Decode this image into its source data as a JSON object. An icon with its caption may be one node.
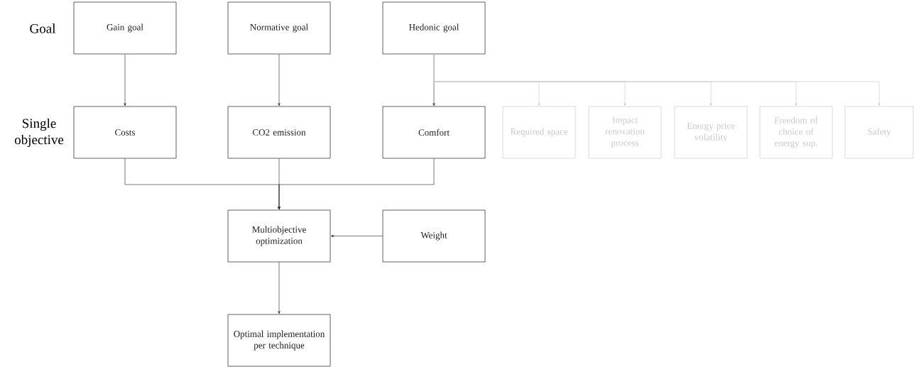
{
  "diagram": {
    "nodes": [
      {
        "text": [
          "Gain goal"
        ]
      },
      {
        "text": [
          "Normative goal"
        ]
      },
      {
        "text": [
          "Hedonic goal"
        ]
      },
      {
        "text": [
          "Costs"
        ]
      },
      {
        "text": [
          "CO2 emission"
        ]
      },
      {
        "text": [
          "Comfort"
        ]
      },
      {
        "text": [
          "Required space"
        ]
      },
      {
        "text": [
          "Impact renovation process"
        ]
      },
      {
        "text": [
          "Energy price volatility"
        ]
      },
      {
        "text": [
          "Freedom of choice of energy sup."
        ]
      },
      {
        "text": [
          "Safety"
        ]
      },
      {
        "text": [
          "Multiobjective optimization"
        ]
      },
      {
        "text": [
          "Weight"
        ]
      },
      {
        "text": [
          "Optimal implementation per technique"
        ]
      }
    ],
    "edges": [
      {
        "from": 0,
        "to": 3,
        "arrow": "to"
      },
      {
        "from": 1,
        "to": 4,
        "arrow": "to"
      },
      {
        "from": 2,
        "to": 5,
        "arrow": "to"
      },
      {
        "from": 2,
        "to": 6,
        "arrow": "to",
        "color": "#c8c8c8"
      },
      {
        "from": 2,
        "to": 7,
        "arrow": "to",
        "color": "#c8c8c8"
      },
      {
        "from": 2,
        "to": 8,
        "arrow": "to",
        "color": "#c8c8c8"
      },
      {
        "from": 2,
        "to": 9,
        "arrow": "to",
        "color": "#c8c8c8"
      },
      {
        "from": 2,
        "to": 10,
        "arrow": "to",
        "color": "#c8c8c8"
      },
      {
        "from": 3,
        "to": 11,
        "arrow": "to"
      },
      {
        "from": 4,
        "to": 11,
        "arrow": "to"
      },
      {
        "from": 5,
        "to": 11,
        "arrow": "to"
      },
      {
        "from": 12,
        "to": 11,
        "arrow": "to"
      },
      {
        "from": 11,
        "to": 13,
        "arrow": "to"
      }
    ],
    "labels": [
      "Goal",
      "Single objective"
    ]
  }
}
